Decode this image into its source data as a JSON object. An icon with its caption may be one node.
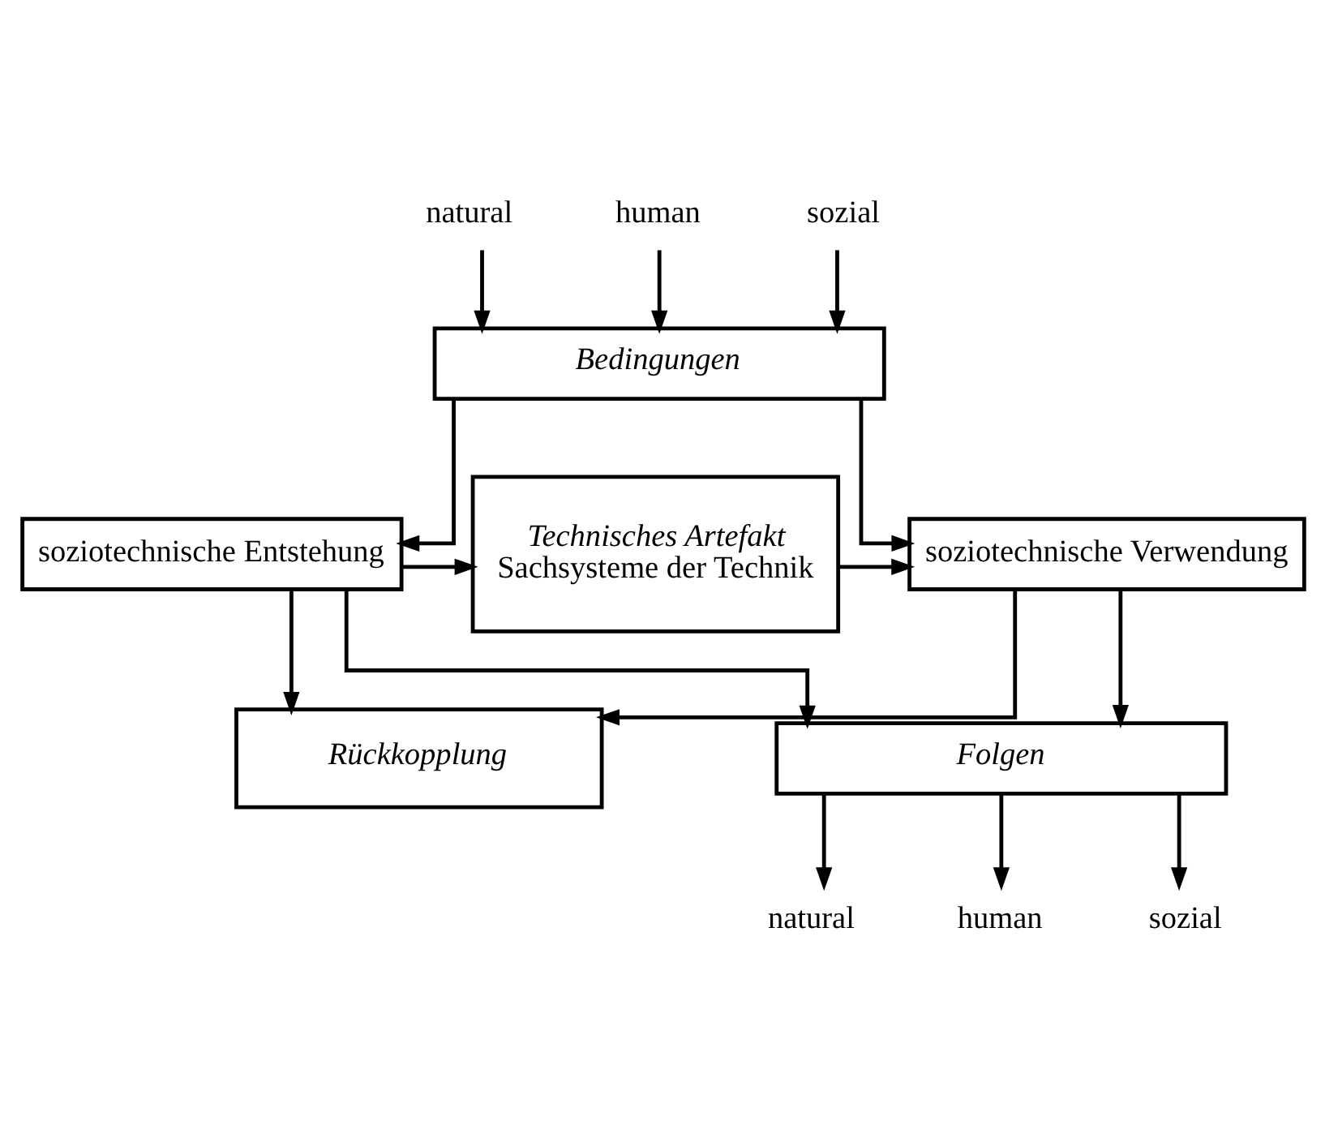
{
  "diagram": {
    "nodes": [
      {
        "text": [
          "natural"
        ]
      },
      {
        "text": [
          "human"
        ]
      },
      {
        "text": [
          "sozial"
        ]
      },
      {
        "text": [
          "Bedingungen"
        ]
      },
      {
        "text": [
          "soziotechnische Entstehung"
        ]
      },
      {
        "text": [
          "Technisches Artefakt",
          "Sachsysteme der Technik"
        ]
      },
      {
        "text": [
          "soziotechnische Verwendung"
        ]
      },
      {
        "text": [
          "Rückkopplung"
        ]
      },
      {
        "text": [
          "Folgen"
        ]
      },
      {
        "text": [
          "natural"
        ]
      },
      {
        "text": [
          "human"
        ]
      },
      {
        "text": [
          "sozial"
        ]
      }
    ],
    "edges": [
      {
        "from": 0,
        "to": 3,
        "arrow": "to"
      },
      {
        "from": 1,
        "to": 3,
        "arrow": "to"
      },
      {
        "from": 2,
        "to": 3,
        "arrow": "to"
      },
      {
        "from": 3,
        "to": 4,
        "arrow": "to"
      },
      {
        "from": 3,
        "to": 6,
        "arrow": "to"
      },
      {
        "from": 4,
        "to": 5,
        "arrow": "to"
      },
      {
        "from": 5,
        "to": 6,
        "arrow": "to"
      },
      {
        "from": 4,
        "to": 7,
        "arrow": "to"
      },
      {
        "from": 6,
        "to": 7,
        "arrow": "to"
      },
      {
        "from": 4,
        "to": 8,
        "arrow": "to"
      },
      {
        "from": 6,
        "to": 8,
        "arrow": "to"
      },
      {
        "from": 8,
        "to": 9,
        "arrow": "to"
      },
      {
        "from": 8,
        "to": 10,
        "arrow": "to"
      },
      {
        "from": 8,
        "to": 11,
        "arrow": "to"
      }
    ]
  }
}
